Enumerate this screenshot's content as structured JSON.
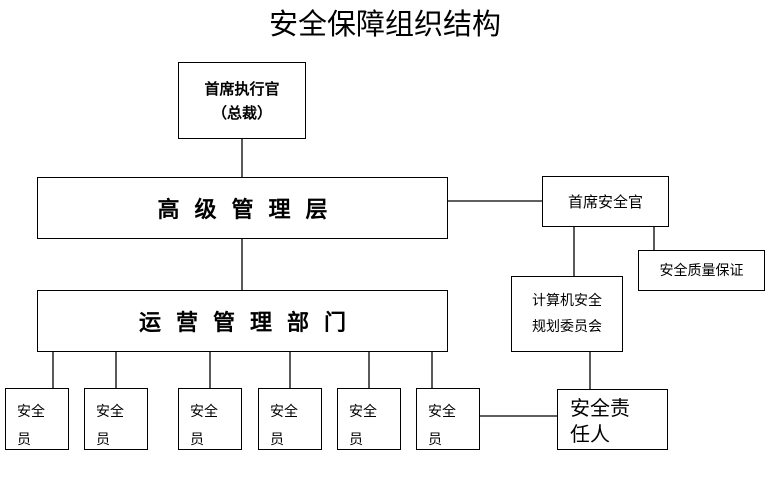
{
  "diagram": {
    "title": "安全保障组织结构",
    "ceo": {
      "line1": "首席执行官",
      "line2": "（总裁）"
    },
    "senior_management": "高级管理层",
    "operations_dept": "运营管理部门",
    "cso": "首席安全官",
    "quality_assurance": "安全质量保证",
    "computer_committee": {
      "line1": "计算机安全",
      "line2": "规划委员会"
    },
    "security_officer": {
      "line1": "安全责",
      "line2": "任人"
    },
    "staff": [
      {
        "line1": "安全",
        "line2": "员"
      },
      {
        "line1": "安全",
        "line2": "员"
      },
      {
        "line1": "安全",
        "line2": "员"
      },
      {
        "line1": "安全",
        "line2": "员"
      },
      {
        "line1": "安全",
        "line2": "员"
      },
      {
        "line1": "安全",
        "line2": "员"
      }
    ]
  }
}
